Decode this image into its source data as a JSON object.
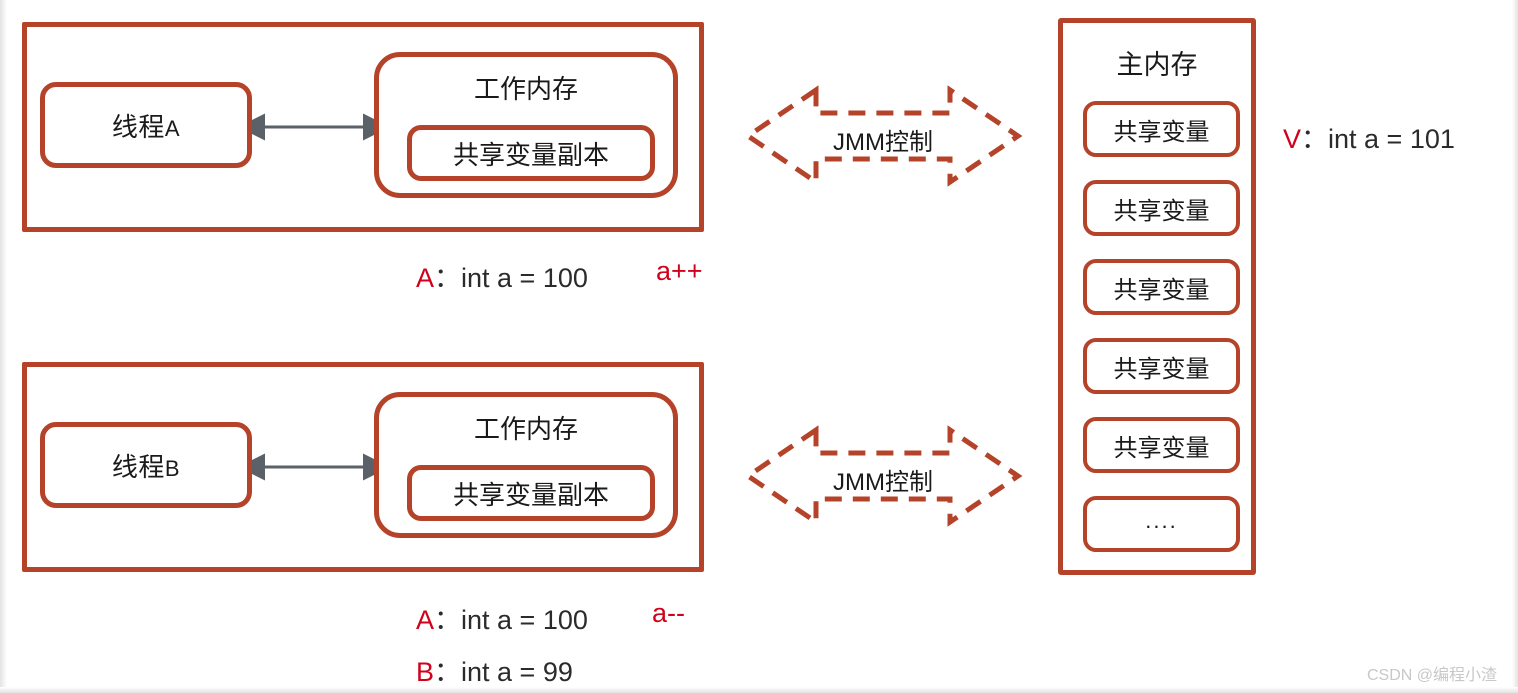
{
  "diagram": {
    "title": "Java Memory Model (JMM) thread working memory diagram",
    "colors": {
      "box_border": "#b5432a",
      "connector": "#5a6168",
      "accent_red": "#d0021b",
      "text": "#1a1a1a",
      "background": "#ffffff"
    }
  },
  "threads": [
    {
      "id": "thread-a",
      "thread_label_cn": "线程",
      "thread_label_suffix": "A",
      "working_memory_title": "工作内存",
      "copy_label": "共享变量副本",
      "connector_icon": "double-headed-arrow-icon",
      "notes": [
        {
          "tag": "A",
          "sep": "：",
          "text": "int a = 100"
        }
      ],
      "operation": "a++"
    },
    {
      "id": "thread-b",
      "thread_label_cn": "线程",
      "thread_label_suffix": "B",
      "working_memory_title": "工作内存",
      "copy_label": "共享变量副本",
      "connector_icon": "double-headed-arrow-icon",
      "notes": [
        {
          "tag": "A",
          "sep": "：",
          "text": "int a = 100"
        },
        {
          "tag": "B",
          "sep": "：",
          "text": "int a = 99"
        }
      ],
      "operation": "a--"
    }
  ],
  "jmm_arrows": [
    {
      "id": "jmm-control-top",
      "label": "JMM控制",
      "icon": "double-headed-dashed-arrow-icon"
    },
    {
      "id": "jmm-control-bottom",
      "label": "JMM控制",
      "icon": "double-headed-dashed-arrow-icon"
    }
  ],
  "main_memory": {
    "title": "主内存",
    "variables": [
      {
        "label": "共享变量"
      },
      {
        "label": "共享变量"
      },
      {
        "label": "共享变量"
      },
      {
        "label": "共享变量"
      },
      {
        "label": "共享变量"
      },
      {
        "label": "...."
      }
    ],
    "note": {
      "tag": "V",
      "sep": "：",
      "text": "int a = 101"
    }
  },
  "watermark": "CSDN @编程小渣"
}
